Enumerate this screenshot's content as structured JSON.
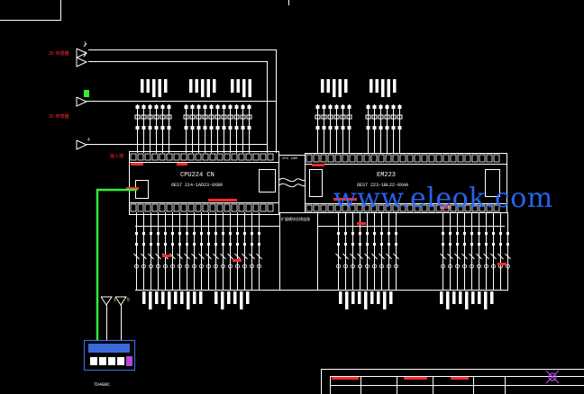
{
  "drawing": {
    "cpu": {
      "title": "CPU224 CN",
      "part_no": "6ES7 214-1AD23-0XB0"
    },
    "expansion": {
      "title": "EM223",
      "part_no": "6ES7 223-1BL22-0XA0"
    },
    "cable_label": "CPU 1SM",
    "hmi_label": "TD400C",
    "watermark": "www.eleok.com",
    "sensor_labels": [
      "3V 传感器",
      "3V 传感器"
    ],
    "sensor_numbers": [
      "1",
      "3",
      "4"
    ],
    "hmi_terminal_numbers": [
      "1",
      "5"
    ],
    "plc_input_label": "输入端",
    "bus_note": "扩展模块总线连接",
    "colors": {
      "background": "#000000",
      "line": "#ffffff",
      "accent_red": "#ff2a2a",
      "accent_green": "#33ee33",
      "watermark": "#2a6cff",
      "hmi_blue": "#3a6ad8"
    }
  }
}
